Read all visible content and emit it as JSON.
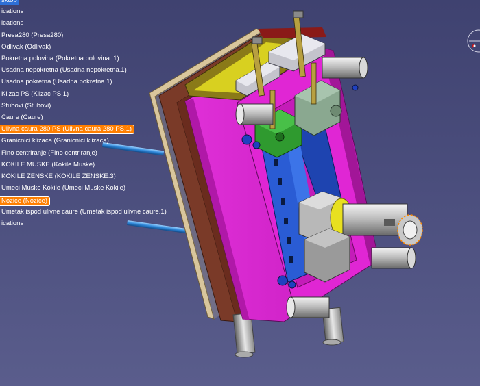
{
  "tree": {
    "items": [
      {
        "label": "sktop",
        "state": "selected"
      },
      {
        "label": "ications",
        "state": "normal"
      },
      {
        "label": "ications",
        "state": "normal"
      },
      {
        "label": "Presa280 (Presa280)",
        "state": "normal"
      },
      {
        "label": "Odlivak (Odlivak)",
        "state": "normal"
      },
      {
        "label": "Pokretna polovina  (Pokretna polovina .1)",
        "state": "normal"
      },
      {
        "label": "Usadna nepokretna (Usadna nepokretna.1)",
        "state": "normal"
      },
      {
        "label": "Usadna pokretna (Usadna pokretna.1)",
        "state": "normal"
      },
      {
        "label": "Klizac PS (Klizac PS.1)",
        "state": "normal"
      },
      {
        "label": "Stubovi (Stubovi)",
        "state": "normal"
      },
      {
        "label": "Caure (Caure)",
        "state": "normal"
      },
      {
        "label": "Ulivna caura 280 PS (Ulivna caura 280 PS.1)",
        "state": "highlighted"
      },
      {
        "label": "Granicnici klizaca (Granicnici klizaca)",
        "state": "normal"
      },
      {
        "label": "Fino centriranje (Fino centriranje)",
        "state": "normal"
      },
      {
        "label": "KOKILE MUSKE (Kokile Muske)",
        "state": "normal"
      },
      {
        "label": "KOKILE ZENSKE (KOKILE ZENSKE.3)",
        "state": "normal"
      },
      {
        "label": "Umeci Muske Kokile (Umeci Muske Kokile)",
        "state": "normal"
      },
      {
        "label": "Nozice (Nozice)",
        "state": "highlighted"
      },
      {
        "label": "Umetak ispod ulivne caure (Umetak ispod ulivne caure.1)",
        "state": "normal"
      },
      {
        "label": "ications",
        "state": "normal"
      }
    ]
  },
  "colors": {
    "background_top": "#3f4270",
    "background_bottom": "#5a5d8c",
    "highlight": "#ff7f00",
    "selection": "#2e6fd6",
    "mold_plate": "#e020d0",
    "mold_plate_dark": "#a01898",
    "slider": "#2c5fd8",
    "green_block": "#2f9a2f",
    "gray_block": "#7f9f8a",
    "beige_plate": "#d8c49a",
    "brown_plate": "#7a3a2a",
    "yellow_ring": "#e8e020",
    "steel": "#c8c8c8"
  },
  "icons": {
    "compass": "compass-icon"
  }
}
